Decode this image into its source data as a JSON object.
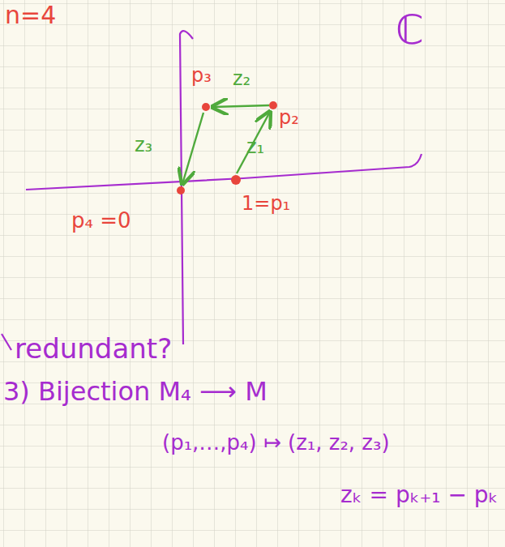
{
  "diagram": {
    "labels": [
      "n=4",
      "ℂ",
      "p₃",
      "z₂",
      "p₂",
      "z₃",
      "z₁",
      "1=p₁",
      "p₄ =0",
      "redundant?",
      "3) Bijection M₄ ⟶ M",
      "(p₁,…,p₄) ↦ (z₁, z₂, z₃)",
      "zₖ = pₖ₊₁ − pₖ"
    ]
  }
}
